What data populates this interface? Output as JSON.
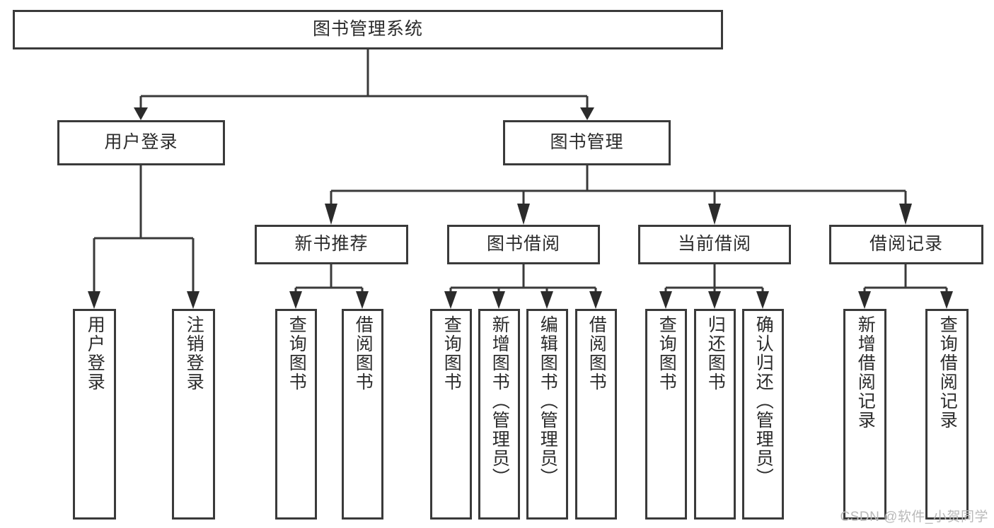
{
  "diagram": {
    "title": "图书管理系统",
    "watermark": "CSDN @软件_小贺同学",
    "colors": {
      "border": "#3a3a3a",
      "text": "#2b2b2b",
      "background": "#ffffff",
      "watermark": "#b9b9b9"
    },
    "root": {
      "label": "图书管理系统"
    },
    "level1": [
      {
        "label": "用户登录"
      },
      {
        "label": "图书管理"
      }
    ],
    "level2": [
      {
        "label": "新书推荐"
      },
      {
        "label": "图书借阅"
      },
      {
        "label": "当前借阅"
      },
      {
        "label": "借阅记录"
      }
    ],
    "leaves": {
      "user_login": [
        {
          "label": "用户登录"
        },
        {
          "label": "注销登录"
        }
      ],
      "new_book_recommend": [
        {
          "label": "查询图书"
        },
        {
          "label": "借阅图书"
        }
      ],
      "book_borrow": [
        {
          "label": "查询图书"
        },
        {
          "label": "新增图书（管理员）"
        },
        {
          "label": "编辑图书（管理员）"
        },
        {
          "label": "借阅图书"
        }
      ],
      "current_borrow": [
        {
          "label": "查询图书"
        },
        {
          "label": "归还图书"
        },
        {
          "label": "确认归还（管理员）"
        }
      ],
      "borrow_record": [
        {
          "label": "新增借阅记录"
        },
        {
          "label": "查询借阅记录"
        }
      ]
    }
  }
}
